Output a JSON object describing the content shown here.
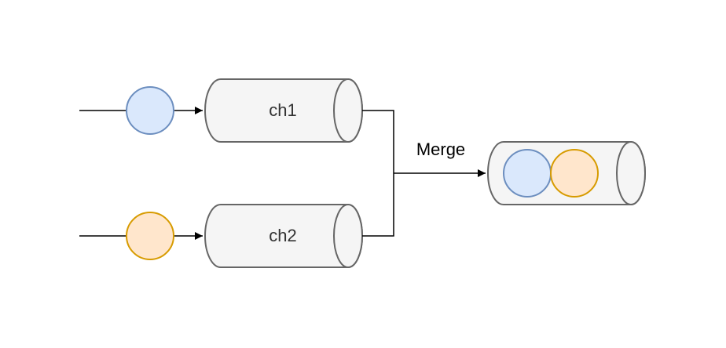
{
  "diagram": {
    "channels": [
      {
        "label": "ch1"
      },
      {
        "label": "ch2"
      }
    ],
    "merge_label": "Merge",
    "message_colors": {
      "blue": {
        "fill": "#dae8fc",
        "stroke": "#6c8ebf"
      },
      "orange": {
        "fill": "#ffe6cc",
        "stroke": "#d79b00"
      }
    }
  }
}
